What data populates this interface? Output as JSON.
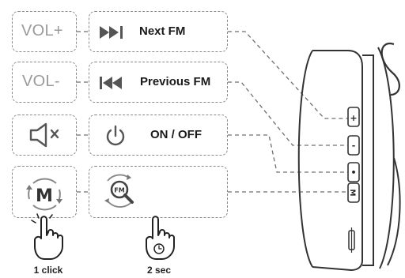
{
  "rows": [
    {
      "left_text": "VOL+",
      "action_label": "Next FM",
      "action_icon": "fast-forward-icon"
    },
    {
      "left_text": "VOL-",
      "action_label": "Previous FM",
      "action_icon": "rewind-icon"
    },
    {
      "left_icon": "speaker-mute-icon",
      "action_label": "ON / OFF",
      "action_icon": "power-icon"
    },
    {
      "left_icon": "m-button-cycle-icon",
      "action_label": "",
      "action_icon": "fm-search-icon"
    }
  ],
  "device_buttons": [
    "+",
    "-",
    "•",
    "M"
  ],
  "captions": {
    "press": "1 click",
    "hold": "2 sec"
  },
  "colors": {
    "line": "#6f6f6f",
    "icon": "#555555",
    "text": "#1a1a1a"
  }
}
